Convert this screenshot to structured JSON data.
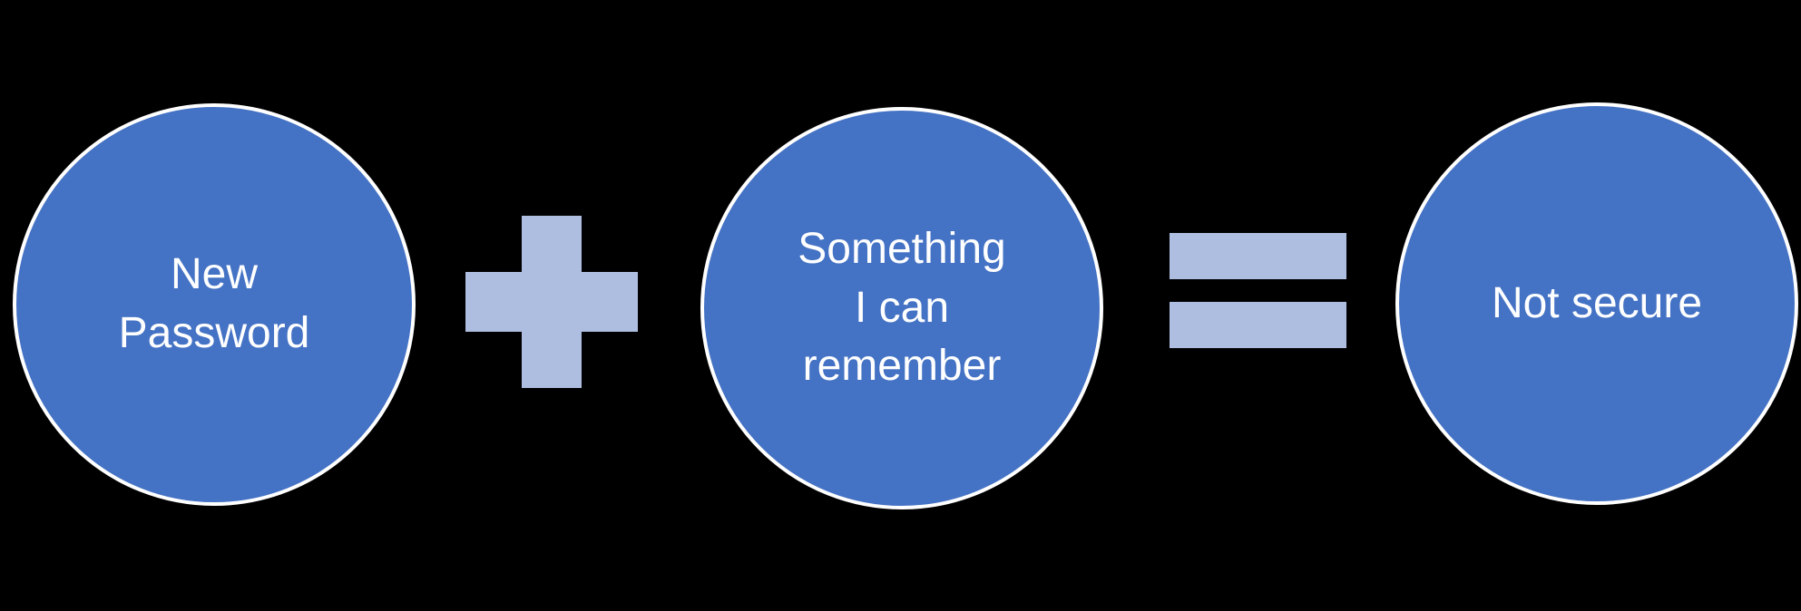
{
  "diagram": {
    "description": "Equation-style diagram: New Password + Something I can remember = Not secure",
    "colors": {
      "background": "#000000",
      "node_fill": "#4472C4",
      "node_border": "#FFFFFF",
      "node_text": "#FFFFFF",
      "operator_fill": "#AEBEE0"
    },
    "nodes": {
      "new_password": {
        "label": "New\nPassword"
      },
      "something": {
        "label": "Something\nI can\nremember"
      },
      "not_secure": {
        "label": "Not secure"
      }
    },
    "operators": {
      "plus": {
        "icon": "plus-icon"
      },
      "equals": {
        "icon": "equals-icon"
      }
    }
  }
}
